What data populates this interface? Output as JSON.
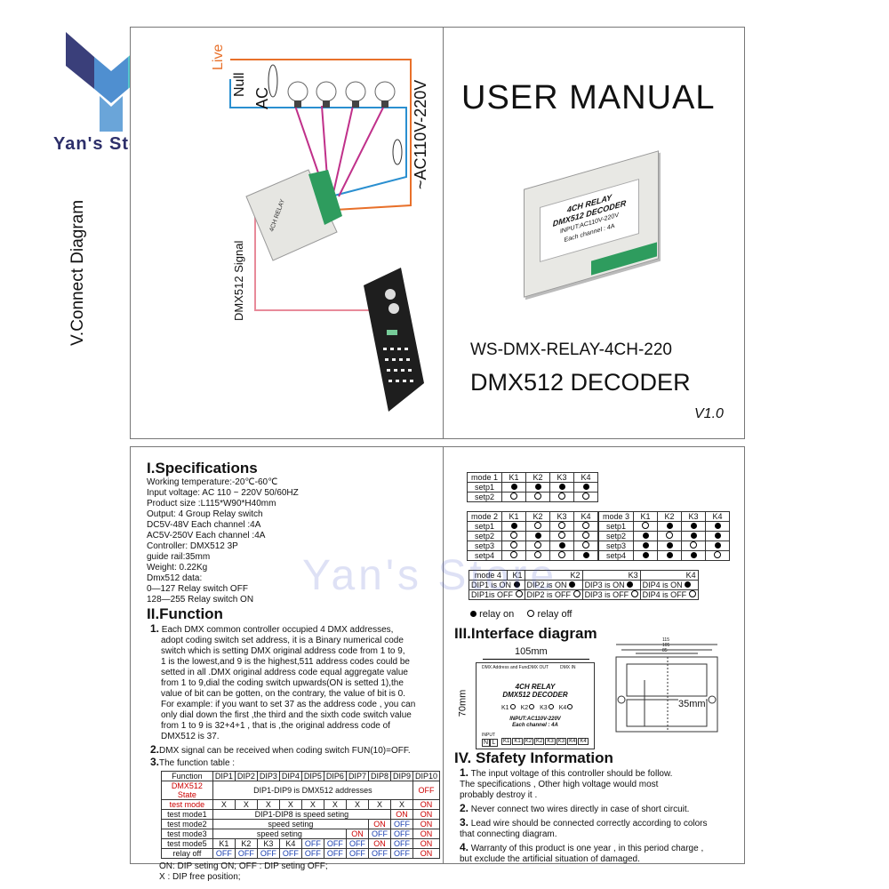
{
  "store": {
    "name": "Yan's Store",
    "watermark": "Yan's Store"
  },
  "cover": {
    "title": "USER MANUAL",
    "model": "WS-DMX-RELAY-4CH-220",
    "subtitle": "DMX512 DECODER",
    "version": "V1.0"
  },
  "device_label": {
    "line1": "4CH RELAY",
    "line2": "DMX512 DECODER",
    "input": "INPUT:AC110V-220V",
    "channel": "Each channel : 4A",
    "addr": "DMX Address and Func",
    "dmx_out": "DMX OUT",
    "dmx_in": "DMX IN",
    "input_label": "INPUT",
    "n": "N",
    "l": "L",
    "k_labels": [
      "K1",
      "K1",
      "K2",
      "K2",
      "K3",
      "K3",
      "K4",
      "K4"
    ],
    "leds": [
      "K1",
      "K2",
      "K3",
      "K4"
    ]
  },
  "connect": {
    "title": "V.Connect Diagram",
    "live": "Live",
    "null": "Null",
    "ac": "AC",
    "voltage": "~AC110V-220V",
    "signal": "DMX512 Signal"
  },
  "specs": {
    "title": "I.Specifications",
    "lines": [
      "Working temperature:-20℃-60℃",
      "Input voltage:  AC 110 ~ 220V  50/60HZ",
      "Product size :L115*W90*H40mm",
      "Output: 4 Group Relay switch",
      "DC5V-48V       Each  channel :4A",
      "AC5V-250V     Each  channel :4A",
      "Controller: DMX512  3P",
      "guide rail:35mm",
      "Weight: 0.22Kg",
      "Dmx512 data:",
      "0—127  Relay switch OFF",
      "128—255   Relay switch ON"
    ]
  },
  "function": {
    "title": "II.Function",
    "p1_num": "1.",
    "p1": [
      "Each DMX common controller occupied 4 DMX addresses,",
      "adopt coding switch set address, it is a Binary numerical code",
      "switch which is setting DMX original address code from 1 to 9,",
      "1 is the lowest,and 9 is the highest,511 address codes  could be",
      "setted  in all .DMX original address code equal aggregate value",
      "from 1 to 9,dial the coding switch upwards(ON is setted 1),the",
      "value of bit can be  gotten, on the contrary, the value of bit is 0.",
      "For example: if you want to set 37 as the address code , you can",
      "only dial down the first ,the third and the  sixth code switch value",
      "from 1 to 9 is 32+4+1 , that is ,the original address  code of",
      "DMX512 is 37."
    ],
    "p2_num": "2.",
    "p2": "DMX signal can be received when coding switch FUN(10)=OFF.",
    "p3_num": "3.",
    "p3": "The function table :",
    "table_header": [
      "Function",
      "DIP1",
      "DIP2",
      "DIP3",
      "DIP4",
      "DIP5",
      "DIP6",
      "DIP7",
      "DIP8",
      "DIP9",
      "DIP10"
    ],
    "rows": [
      {
        "label": "DMX512 State",
        "red": true,
        "cells": [
          {
            "t": "DIP1-DIP9 is DMX512 addresses",
            "span": 9
          },
          {
            "t": "OFF",
            "red": true
          }
        ]
      },
      {
        "label": "test mode",
        "red": true,
        "cells": [
          {
            "t": "X"
          },
          {
            "t": "X"
          },
          {
            "t": "X"
          },
          {
            "t": "X"
          },
          {
            "t": "X"
          },
          {
            "t": "X"
          },
          {
            "t": "X"
          },
          {
            "t": "X"
          },
          {
            "t": "X"
          },
          {
            "t": "ON",
            "red": true
          }
        ]
      },
      {
        "label": "test mode1",
        "cells": [
          {
            "t": "DIP1-DIP8 is speed seting",
            "span": 8
          },
          {
            "t": "ON",
            "red": true
          },
          {
            "t": "ON",
            "red": true
          }
        ]
      },
      {
        "label": "test mode2",
        "cells": [
          {
            "t": "speed seting",
            "span": 7
          },
          {
            "t": "ON",
            "red": true
          },
          {
            "t": "OFF",
            "blue": true
          },
          {
            "t": "ON",
            "red": true
          }
        ]
      },
      {
        "label": "test mode3",
        "cells": [
          {
            "t": "speed seting",
            "span": 6
          },
          {
            "t": "ON",
            "red": true
          },
          {
            "t": "OFF",
            "blue": true
          },
          {
            "t": "OFF",
            "blue": true
          },
          {
            "t": "ON",
            "red": true
          }
        ]
      },
      {
        "label": "test mode5",
        "cells": [
          {
            "t": "K1"
          },
          {
            "t": "K2"
          },
          {
            "t": "K3"
          },
          {
            "t": "K4"
          },
          {
            "t": "OFF",
            "blue": true
          },
          {
            "t": "OFF",
            "blue": true
          },
          {
            "t": "OFF",
            "blue": true
          },
          {
            "t": "ON",
            "red": true
          },
          {
            "t": "OFF",
            "blue": true
          },
          {
            "t": "ON",
            "red": true
          }
        ]
      },
      {
        "label": "relay off",
        "cells": [
          {
            "t": "OFF",
            "blue": true
          },
          {
            "t": "OFF",
            "blue": true
          },
          {
            "t": "OFF",
            "blue": true
          },
          {
            "t": "OFF",
            "blue": true
          },
          {
            "t": "OFF",
            "blue": true
          },
          {
            "t": "OFF",
            "blue": true
          },
          {
            "t": "OFF",
            "blue": true
          },
          {
            "t": "OFF",
            "blue": true
          },
          {
            "t": "OFF",
            "blue": true
          },
          {
            "t": "ON",
            "red": true
          }
        ]
      }
    ],
    "legend1": "ON: DIP seting ON;    OFF :  DIP seting OFF;",
    "legend2": "X :  DIP free position;"
  },
  "modes": {
    "mode1": {
      "title": "mode 1",
      "cols": [
        "K1",
        "K2",
        "K3",
        "K4"
      ],
      "rows": [
        {
          "label": "setp1",
          "v": [
            1,
            1,
            1,
            1
          ]
        },
        {
          "label": "setp2",
          "v": [
            0,
            0,
            0,
            0
          ]
        }
      ]
    },
    "mode2": {
      "title": "mode 2",
      "cols": [
        "K1",
        "K2",
        "K3",
        "K4"
      ],
      "rows": [
        {
          "label": "setp1",
          "v": [
            1,
            0,
            0,
            0
          ]
        },
        {
          "label": "setp2",
          "v": [
            0,
            1,
            0,
            0
          ]
        },
        {
          "label": "setp3",
          "v": [
            0,
            0,
            1,
            0
          ]
        },
        {
          "label": "setp4",
          "v": [
            0,
            0,
            0,
            1
          ]
        }
      ]
    },
    "mode3": {
      "title": "mode 3",
      "cols": [
        "K1",
        "K2",
        "K3",
        "K4"
      ],
      "rows": [
        {
          "label": "setp1",
          "v": [
            0,
            1,
            1,
            1
          ]
        },
        {
          "label": "setp2",
          "v": [
            1,
            0,
            1,
            1
          ]
        },
        {
          "label": "setp3",
          "v": [
            1,
            1,
            0,
            1
          ]
        },
        {
          "label": "setp4",
          "v": [
            1,
            1,
            1,
            0
          ]
        }
      ]
    },
    "mode4": {
      "title": "mode 4",
      "cols": [
        "K1",
        "K2",
        "K3",
        "K4"
      ],
      "on": [
        "DIP1 is ON",
        "DIP2 is ON",
        "DIP3 is ON",
        "DIP4 is ON"
      ],
      "off": [
        "DIP1is OFF",
        "DIP2 is OFF",
        "DIP3 is OFF",
        "DIP4 is OFF"
      ]
    },
    "relay_on": "relay on",
    "relay_off": "relay off"
  },
  "interface": {
    "title": "III.Interface diagram",
    "width": "105mm",
    "height": "70mm",
    "rail": "35mm",
    "dims": [
      "115",
      "105",
      "85"
    ]
  },
  "safety": {
    "title": "IV. Sfafety Information",
    "items": [
      {
        "n": "1.",
        "t": "The input voltage of this controller should be follow.",
        "t2": "The specifications , Other high voltage would most",
        "t3": "probably destroy it ."
      },
      {
        "n": "2.",
        "t": "Never connect two wires directly in case of short circuit."
      },
      {
        "n": "3.",
        "t": "Lead wire should be connected correctly according to colors",
        "t2": "that connecting diagram."
      },
      {
        "n": "4.",
        "t": "Warranty of this product is one year , in this period charge ,",
        "t2": "but exclude the artificial situation of damaged."
      }
    ]
  },
  "colors": {
    "live": "#e8702a",
    "null": "#2a8fd0",
    "signal": "#e88a9a",
    "relay": "#c0308a",
    "brand": "#4a5fd0"
  }
}
